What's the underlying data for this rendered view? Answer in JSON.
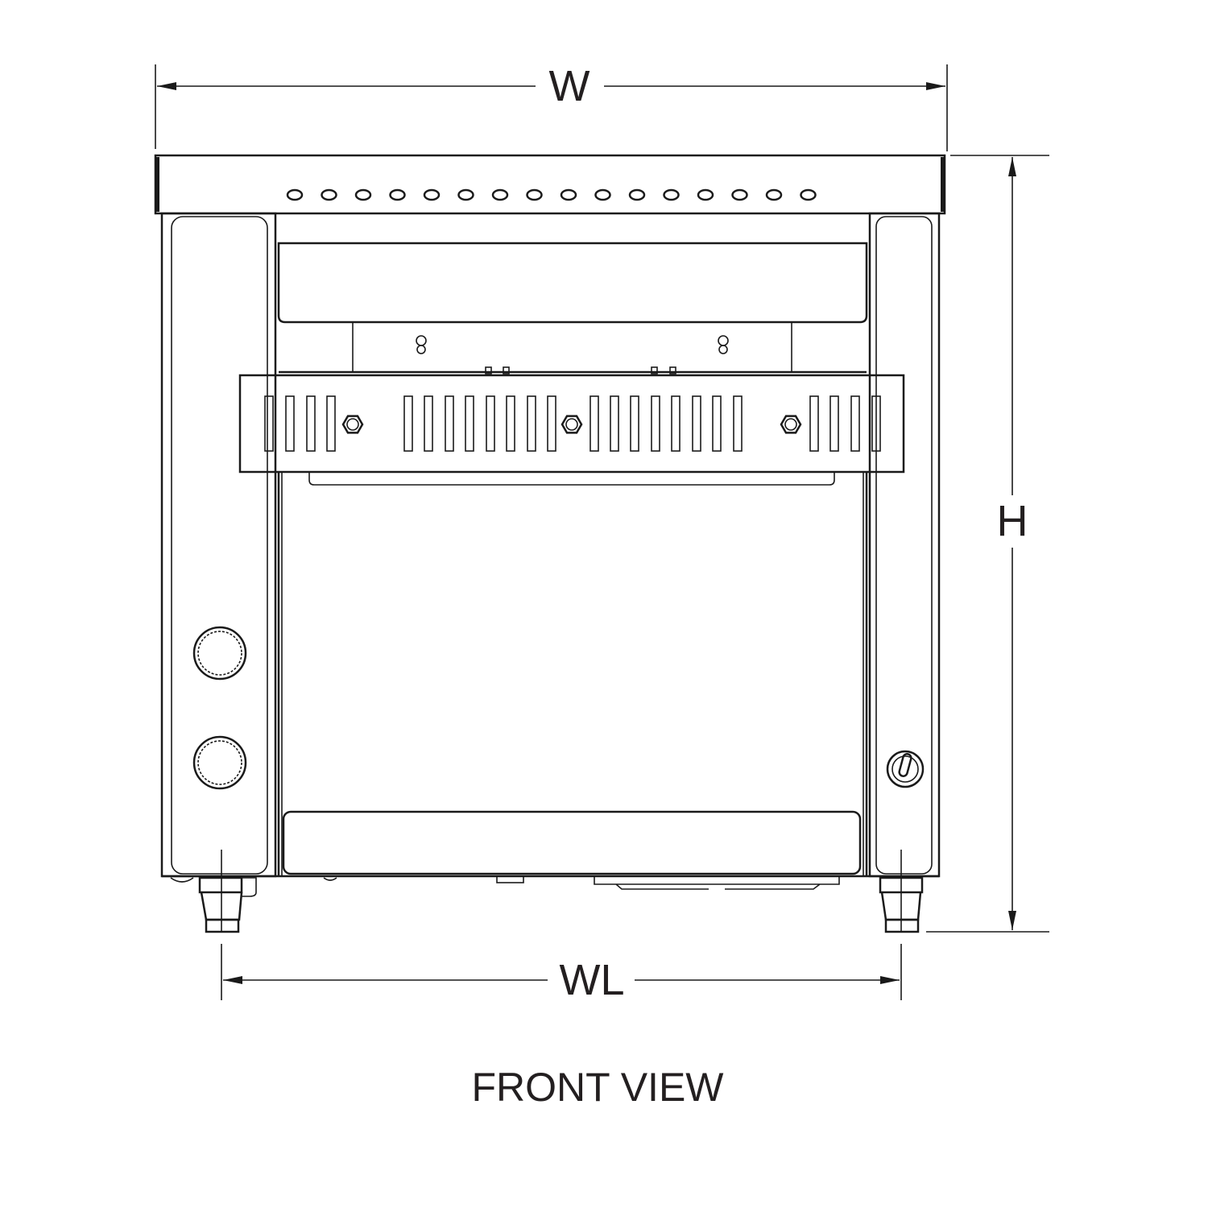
{
  "dimensions": {
    "width_label": "W",
    "height_label": "H",
    "leg_width_label": "WL"
  },
  "caption": "FRONT VIEW",
  "colors": {
    "line": "#1a1a1a",
    "text": "#231f20",
    "background": "#ffffff"
  }
}
